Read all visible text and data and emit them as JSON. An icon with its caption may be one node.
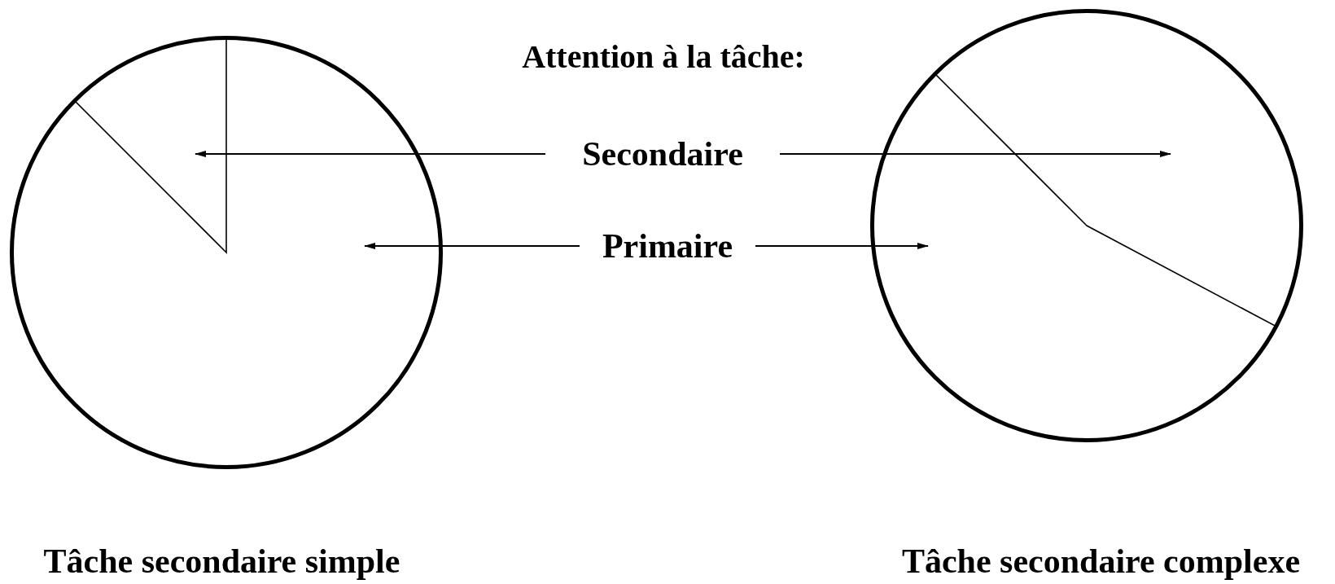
{
  "diagram": {
    "title": "Attention à la tâche:",
    "nodes": [
      {
        "text": [],
        "shape": "circle",
        "beside": [
          "Tâche secondaire simple"
        ]
      },
      {
        "text": [],
        "shape": "wedge",
        "in": 0
      },
      {
        "text": [],
        "shape": "circle",
        "beside": [
          "Tâche secondaire complexe"
        ]
      },
      {
        "text": [],
        "shape": "wedge",
        "in": 2
      },
      {
        "text": [
          "Secondaire"
        ]
      },
      {
        "text": [
          "Primaire"
        ]
      }
    ],
    "edges": [
      {
        "from": 4,
        "to": 1,
        "arrow": "to"
      },
      {
        "from": 4,
        "to": 3,
        "arrow": "to"
      },
      {
        "from": 5,
        "to": 0,
        "arrow": "to"
      },
      {
        "from": 5,
        "to": 2,
        "arrow": "to"
      }
    ]
  }
}
